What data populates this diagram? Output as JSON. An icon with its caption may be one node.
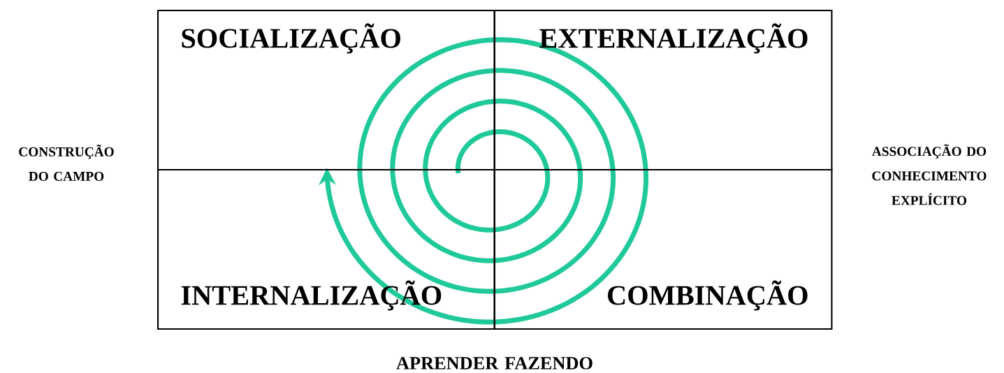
{
  "diagram": {
    "nodes": [
      {
        "text": [
          "SOCIALIZAÇÃO"
        ]
      },
      {
        "text": [
          "EXTERNALIZAÇÃO"
        ]
      },
      {
        "text": [
          "INTERNALIZAÇÃO"
        ]
      },
      {
        "text": [
          "COMBINAÇÃO"
        ]
      }
    ],
    "labels": [
      "CONSTRUÇÃO DO CAMPO",
      "ASSOCIAÇÃO DO CONHECIMENTO EXPLÍCITO",
      "APRENDER FAZENDO"
    ]
  }
}
